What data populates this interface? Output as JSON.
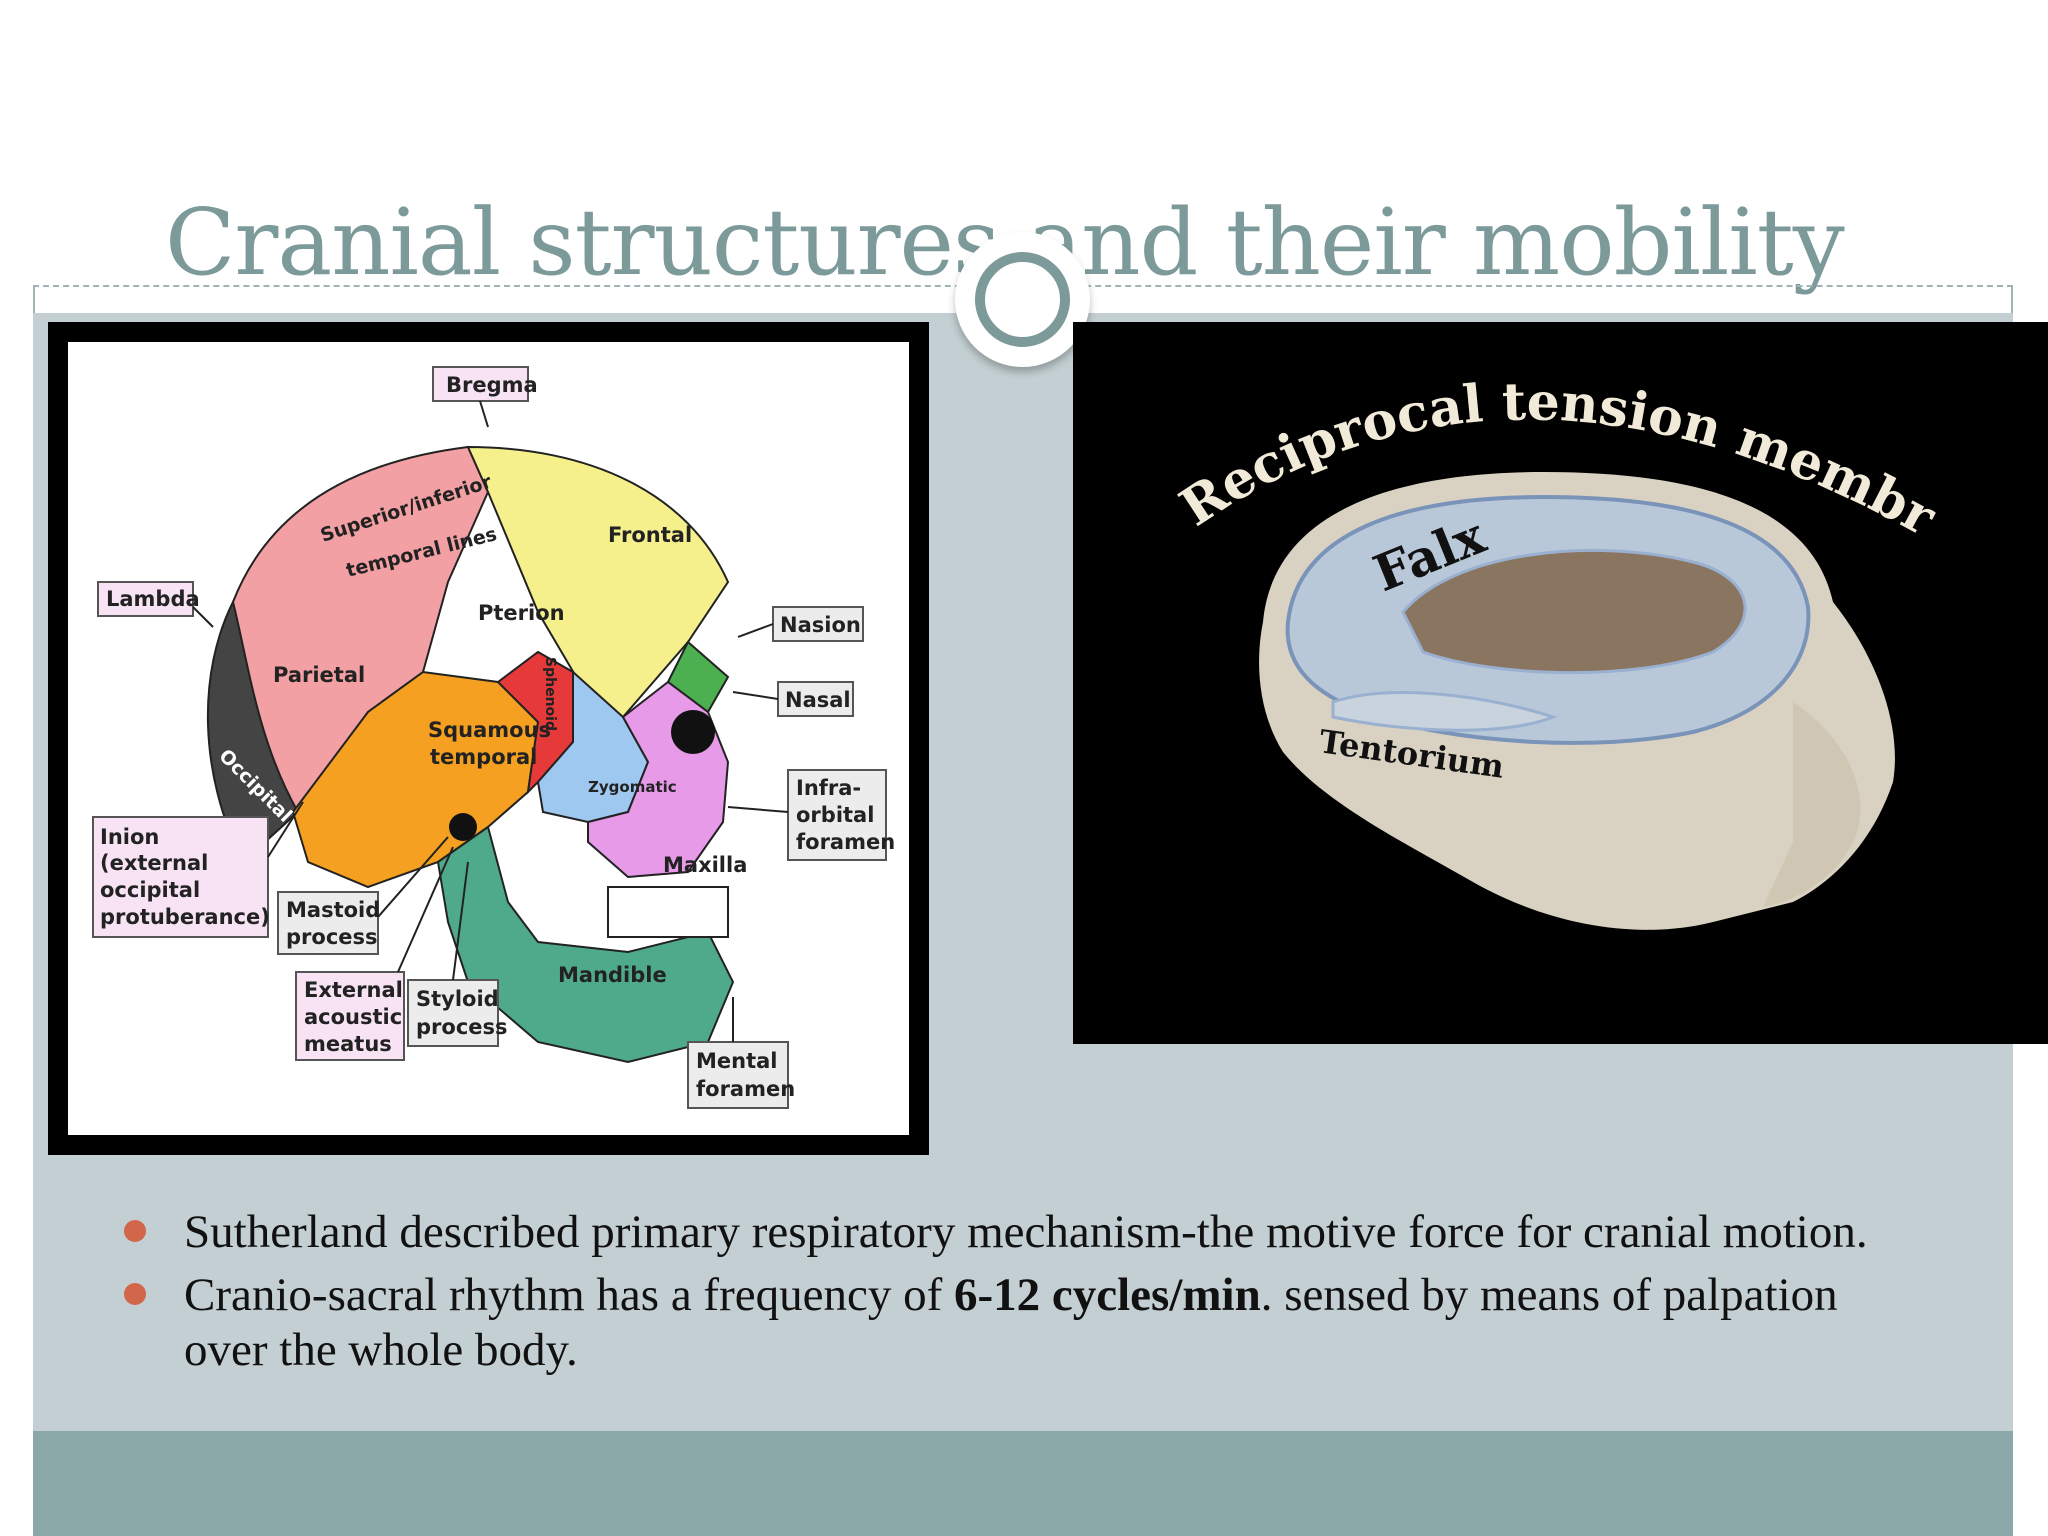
{
  "slide": {
    "title": "Cranial structures and their mobility"
  },
  "skull_diagram": {
    "labels": {
      "bregma": "Bregma",
      "superior_inferior": "Superior/inferior",
      "temporal_lines": "temporal lines",
      "frontal": "Frontal",
      "lambda": "Lambda",
      "pterion": "Pterion",
      "nasion": "Nasion",
      "parietal": "Parietal",
      "nasal": "Nasal",
      "squamous": "Squamous",
      "temporal": "temporal",
      "sphenoid": "Sphenoid",
      "zygomatic": "Zygomatic",
      "occipital": "Occipital",
      "infra": "Infra-",
      "orbital": "orbital",
      "foramen": "foramen",
      "inion_1": "Inion",
      "inion_2": "(external",
      "inion_3": "occipital",
      "inion_4": "protuberance)",
      "maxilla": "Maxilla",
      "mastoid_1": "Mastoid",
      "mastoid_2": "process",
      "mandible": "Mandible",
      "external_1": "External",
      "external_2": "acoustic",
      "external_3": "meatus",
      "styloid_1": "Styloid",
      "styloid_2": "process",
      "mental_1": "Mental",
      "mental_2": "foramen"
    }
  },
  "membrane_image": {
    "arc_title": "Reciprocal tension membrane",
    "falx": "Falx",
    "tentorium": "Tentorium"
  },
  "bullets": [
    {
      "text": "Sutherland described primary respiratory mechanism-the motive force for cranial motion."
    },
    {
      "before": "Cranio-sacral rhythm has a frequency of ",
      "bold": "6-12 cycles/min",
      "after": ". sensed by means of palpation over the whole body."
    }
  ],
  "colors": {
    "title": "#7d9a9a",
    "content_bg": "#c3cfd2",
    "footer_band": "#8ba8a8",
    "bullet_dot": "#d2664a"
  }
}
